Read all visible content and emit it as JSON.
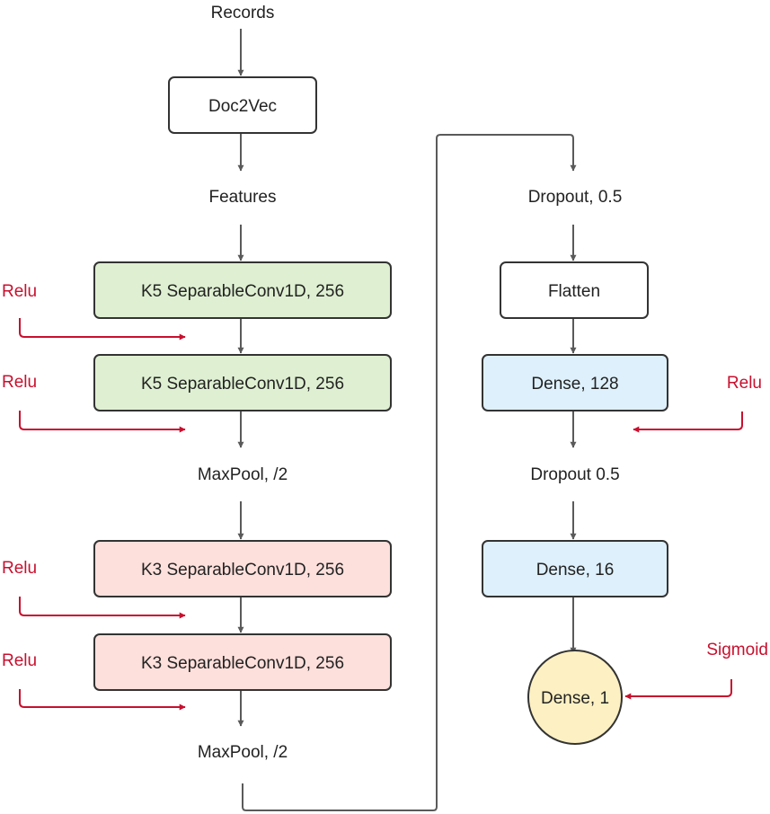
{
  "colors": {
    "connector": "#5a5a5a",
    "activation": "#c8102e",
    "node_border": "#333333",
    "node_plain": "#ffffff",
    "node_green": "#dff0d2",
    "node_red": "#fde0dc",
    "node_blue": "#def0fb",
    "node_yellow": "#fdf0c2"
  },
  "left_column": {
    "records": "Records",
    "doc2vec": "Doc2Vec",
    "features": "Features",
    "conv_k5_a": "K5 SeparableConv1D, 256",
    "conv_k5_b": "K5 SeparableConv1D, 256",
    "maxpool_a": "MaxPool, /2",
    "conv_k3_a": "K3 SeparableConv1D, 256",
    "conv_k3_b": "K3 SeparableConv1D, 256",
    "maxpool_b": "MaxPool, /2"
  },
  "right_column": {
    "dropout_a": "Dropout, 0.5",
    "flatten": "Flatten",
    "dense_128": "Dense, 128",
    "dropout_b": "Dropout 0.5",
    "dense_16": "Dense, 16",
    "dense_1": "Dense, 1"
  },
  "activations": {
    "relu_1": "Relu",
    "relu_2": "Relu",
    "relu_3": "Relu",
    "relu_4": "Relu",
    "relu_5": "Relu",
    "sigmoid": "Sigmoid"
  }
}
